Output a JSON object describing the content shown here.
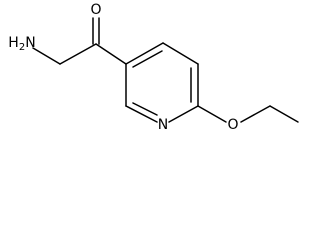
{
  "molecule": {
    "atoms": {
      "amine": {
        "symbol": "H",
        "subscript": "2",
        "element": "N"
      },
      "carbonyl_oxygen": "O",
      "ring_nitrogen": "N",
      "ether_oxygen": "O"
    }
  }
}
